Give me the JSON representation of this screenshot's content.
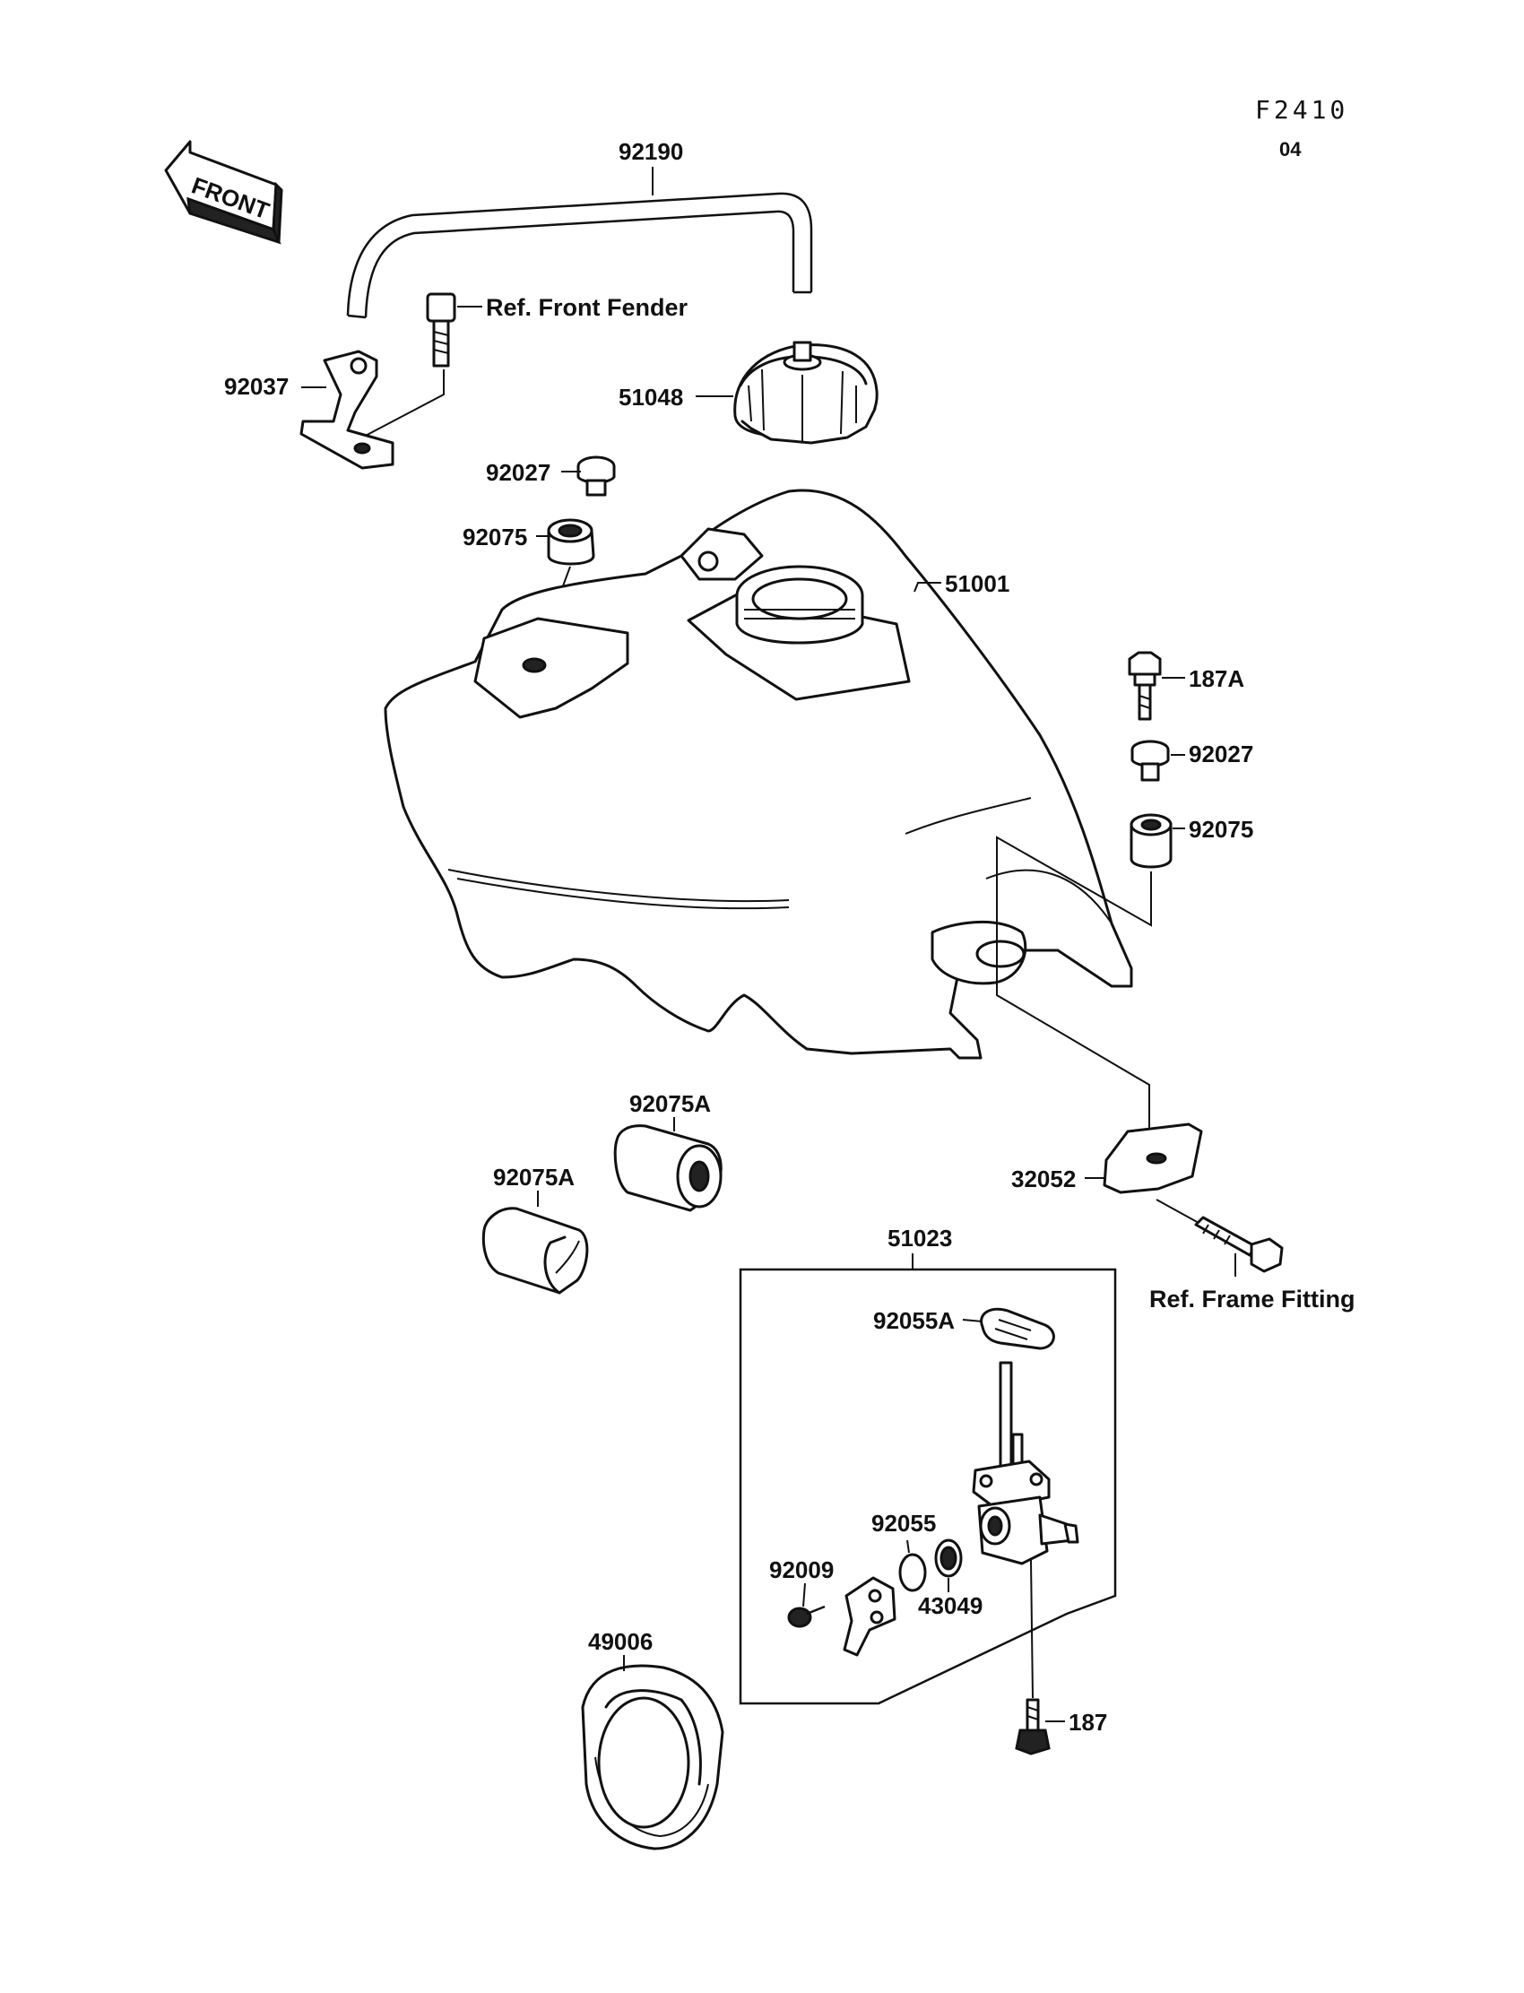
{
  "figure": {
    "code": "F2410",
    "rev": "04",
    "front_label": "FRONT"
  },
  "references": {
    "front_fender": "Ref. Front Fender",
    "frame_fitting": "Ref. Frame Fitting"
  },
  "parts": {
    "hose": "92190",
    "bracket_left": "92037",
    "cap": "51048",
    "collar_top": "92027",
    "damper_top": "92075",
    "tank": "51001",
    "bolt_187a": "187A",
    "collar_right": "92027",
    "damper_right": "92075",
    "damper_a_1": "92075A",
    "damper_a_2": "92075A",
    "bracket_right": "32052",
    "cock_assembly": "51023",
    "gasket_a": "92055A",
    "oring": "92055",
    "screw": "92009",
    "filter": "43049",
    "bolt_187": "187",
    "cover": "49006"
  }
}
